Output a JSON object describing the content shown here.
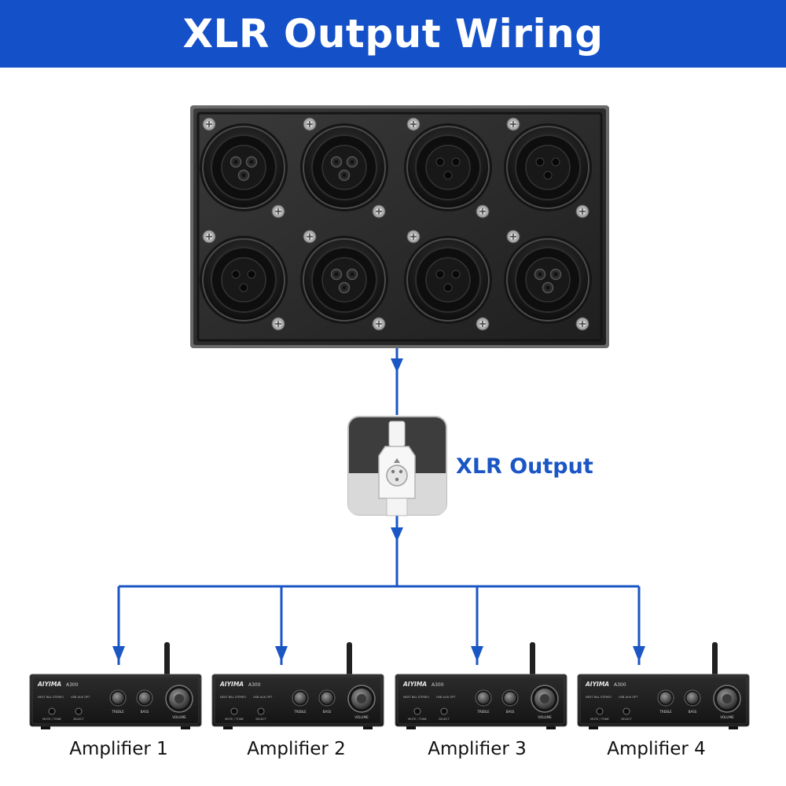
{
  "header": {
    "title": "XLR Output Wiring"
  },
  "connector": {
    "label": "XLR Output"
  },
  "panel": {
    "rows": [
      [
        "male",
        "male",
        "female",
        "female"
      ],
      [
        "female",
        "male",
        "female",
        "male"
      ]
    ]
  },
  "amplifiers": [
    {
      "label": "Amplifier 1",
      "brand": "AIYIMA",
      "model": "A300"
    },
    {
      "label": "Amplifier 2",
      "brand": "AIYIMA",
      "model": "A300"
    },
    {
      "label": "Amplifier 3",
      "brand": "AIYIMA",
      "model": "A300"
    },
    {
      "label": "Amplifier 4",
      "brand": "AIYIMA",
      "model": "A300"
    }
  ],
  "amp_panel_labels": {
    "knob1": "TREBLE",
    "knob2": "BASS",
    "knob3": "VOLUME",
    "button1": "MUTE / TONE",
    "button2": "SELECT",
    "inputs1": "NEXT  BAL  STEREO",
    "inputs2": "USB  AUX  OPT"
  },
  "colors": {
    "header_bg": "#1450c8",
    "wire": "#1a56c4",
    "label": "#1a56c4",
    "panel": "#2a2a2a",
    "amp_body": "#1c1c1c"
  }
}
